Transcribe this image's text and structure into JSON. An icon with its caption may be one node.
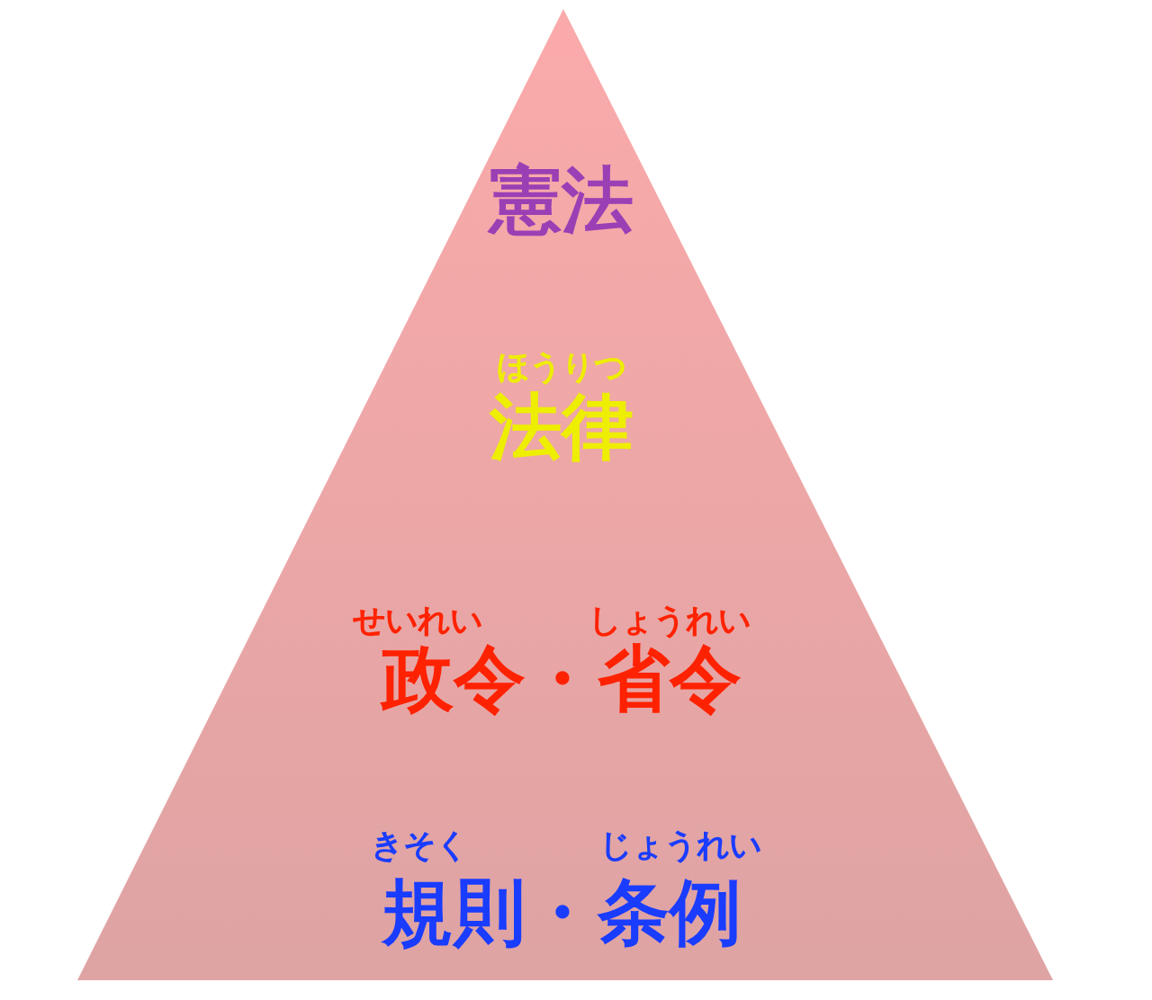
{
  "diagram": {
    "nodes": [
      {
        "text": [
          "憲法",
          "ほうりつ",
          "法律",
          "せいれい",
          "しょうれい",
          "政令・省令",
          "きそく",
          "じょうれい",
          "規則・条例"
        ]
      }
    ]
  }
}
